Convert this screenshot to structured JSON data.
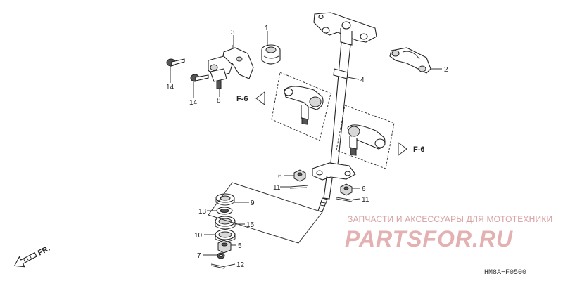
{
  "callouts": {
    "c1": "1",
    "c2": "2",
    "c3": "3",
    "c4": "4",
    "c5": "5",
    "c6a": "6",
    "c6b": "6",
    "c7": "7",
    "c8": "8",
    "c9": "9",
    "c10": "10",
    "c11a": "11",
    "c11b": "11",
    "c12": "12",
    "c13": "13",
    "c14a": "14",
    "c14b": "14",
    "c15": "15"
  },
  "refs": {
    "left": "F-6",
    "right": "F-6"
  },
  "direction_label": "FR.",
  "watermark": {
    "line1": "ЗАПЧАСТИ И АКСЕССУАРЫ ДЛЯ МОТОТЕХНИКИ",
    "line2": "PARTSFOR.RU"
  },
  "diagram_code": "HM8A−F0500"
}
